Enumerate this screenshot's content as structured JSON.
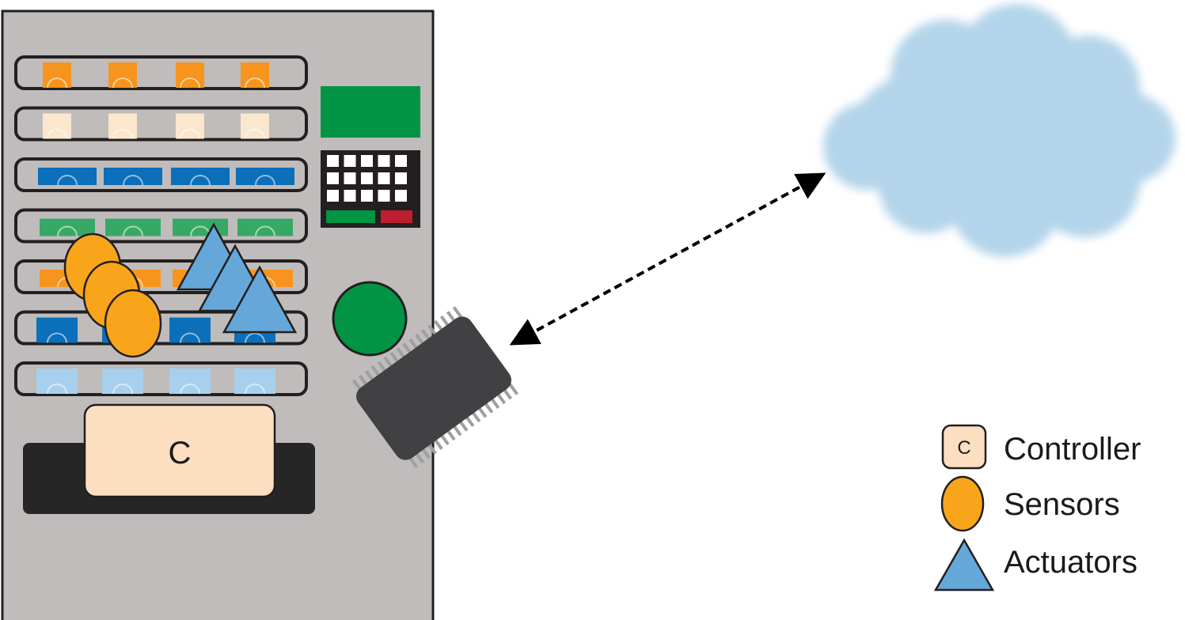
{
  "colors": {
    "machine_body": "#c0bcbb",
    "outline": "#231f20",
    "display": "#009444",
    "keypad": "#231f20",
    "cancel_key": "#be1e2d",
    "coin_slot": "#009444",
    "controller_fill": "#fcdfc0",
    "sensor_fill": "#f9a51b",
    "actuator_fill": "#65a7d9",
    "cloud": "#b3d4ea",
    "chip": "#414042",
    "chip_pins": "#9d9fa2",
    "dispense_tray": "#262626"
  },
  "shelves": [
    {
      "product_color": "#f7941d",
      "style": "bag"
    },
    {
      "product_color": "#fbe6ce",
      "style": "bag"
    },
    {
      "product_color": "#0b6fba",
      "style": "box"
    },
    {
      "product_color": "#37a865",
      "style": "box"
    },
    {
      "product_color": "#f7941d",
      "style": "box"
    },
    {
      "product_color": "#0b6fba",
      "style": "can"
    },
    {
      "product_color": "#a7d0ee",
      "style": "can"
    }
  ],
  "machine": {
    "controller_letter": "C"
  },
  "legend": {
    "items": [
      {
        "icon": "controller-icon",
        "letter": "C",
        "label": "Controller"
      },
      {
        "icon": "sensor-icon",
        "label": "Sensors"
      },
      {
        "icon": "actuator-icon",
        "label": "Actuators"
      }
    ]
  }
}
